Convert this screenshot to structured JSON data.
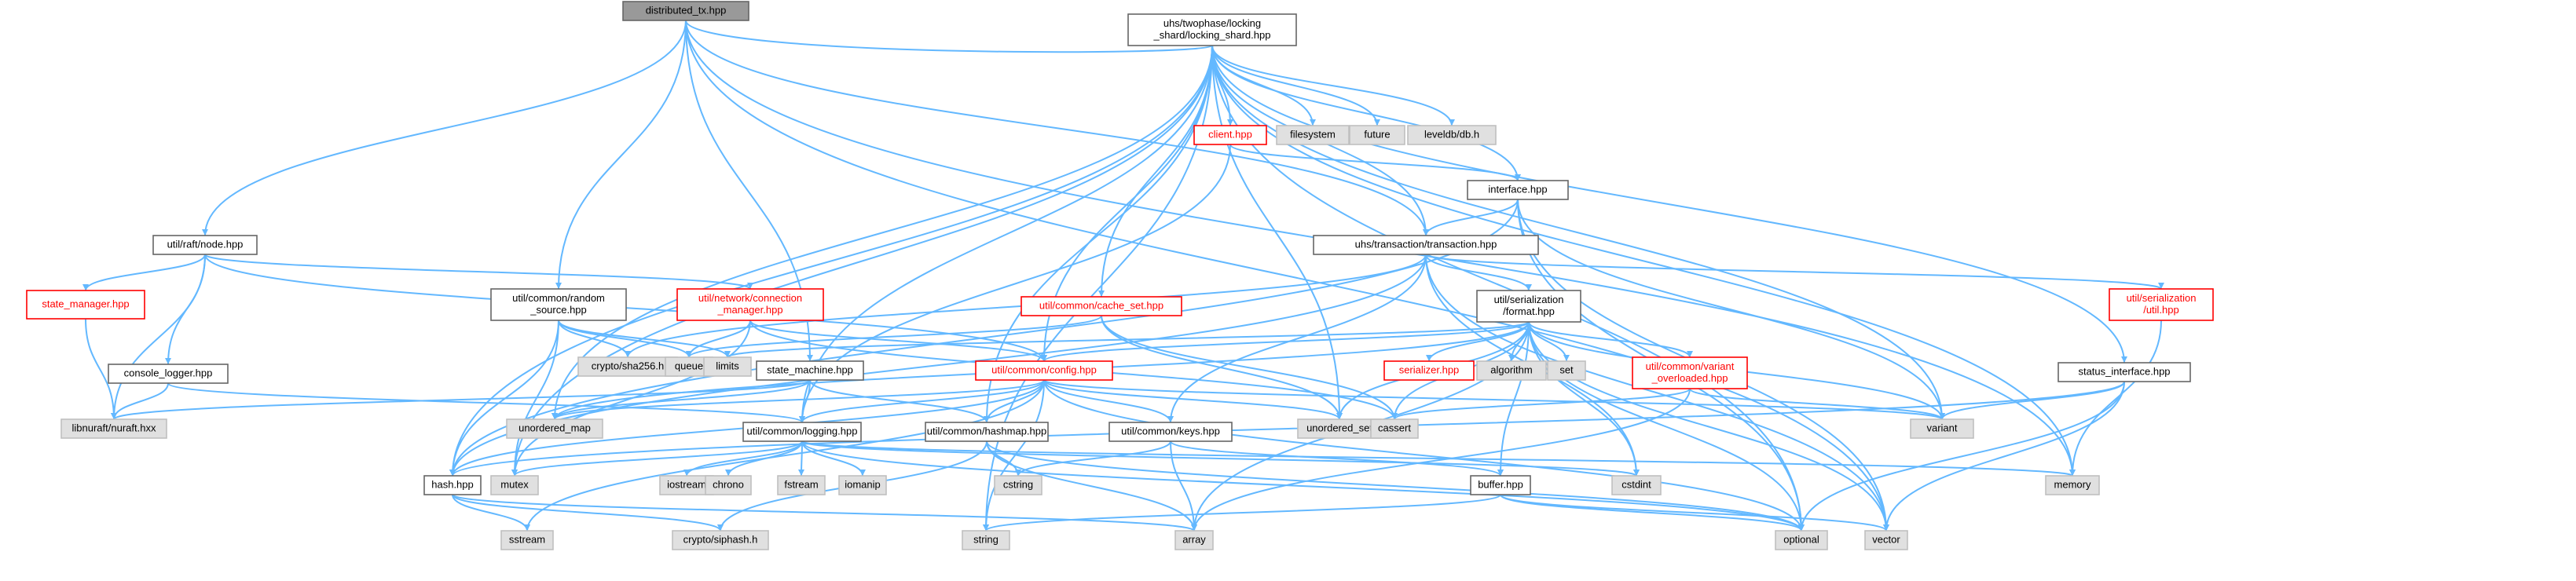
{
  "diagram": {
    "type": "include-dependency-graph",
    "colors": {
      "edge": "#63b8ff",
      "root_fill": "#999999",
      "root_border": "#666666",
      "file_fill": "#ffffff",
      "file_border": "#666666",
      "system_fill": "#e0e0e0",
      "system_border": "#bfbfbf",
      "incomplete_border": "#ff0000",
      "incomplete_text": "#ff0000",
      "text": "#000000"
    },
    "nodes": [
      {
        "id": "root",
        "lines": [
          "distributed_tx.hpp"
        ],
        "kind": "root"
      },
      {
        "id": "locking_shard",
        "lines": [
          "uhs/twophase/locking",
          "_shard/locking_shard.hpp"
        ],
        "kind": "file"
      },
      {
        "id": "raft_node",
        "lines": [
          "util/raft/node.hpp"
        ],
        "kind": "file"
      },
      {
        "id": "client",
        "lines": [
          "client.hpp"
        ],
        "kind": "incomplete"
      },
      {
        "id": "filesystem",
        "lines": [
          "filesystem"
        ],
        "kind": "system"
      },
      {
        "id": "future",
        "lines": [
          "future"
        ],
        "kind": "system"
      },
      {
        "id": "leveldb",
        "lines": [
          "leveldb/db.h"
        ],
        "kind": "system"
      },
      {
        "id": "interface",
        "lines": [
          "interface.hpp"
        ],
        "kind": "file"
      },
      {
        "id": "transaction",
        "lines": [
          "uhs/transaction/transaction.hpp"
        ],
        "kind": "file"
      },
      {
        "id": "state_manager",
        "lines": [
          "state_manager.hpp"
        ],
        "kind": "incomplete"
      },
      {
        "id": "random_source",
        "lines": [
          "util/common/random",
          "_source.hpp"
        ],
        "kind": "file"
      },
      {
        "id": "connection_manager",
        "lines": [
          "util/network/connection",
          "_manager.hpp"
        ],
        "kind": "incomplete"
      },
      {
        "id": "cache_set",
        "lines": [
          "util/common/cache_set.hpp"
        ],
        "kind": "incomplete"
      },
      {
        "id": "serialization_format",
        "lines": [
          "util/serialization",
          "/format.hpp"
        ],
        "kind": "file"
      },
      {
        "id": "serialization_util",
        "lines": [
          "util/serialization",
          "/util.hpp"
        ],
        "kind": "incomplete"
      },
      {
        "id": "console_logger",
        "lines": [
          "console_logger.hpp"
        ],
        "kind": "file"
      },
      {
        "id": "sha256",
        "lines": [
          "crypto/sha256.h"
        ],
        "kind": "system"
      },
      {
        "id": "queue",
        "lines": [
          "queue"
        ],
        "kind": "system"
      },
      {
        "id": "limits",
        "lines": [
          "limits"
        ],
        "kind": "system"
      },
      {
        "id": "state_machine",
        "lines": [
          "state_machine.hpp"
        ],
        "kind": "file"
      },
      {
        "id": "config",
        "lines": [
          "util/common/config.hpp"
        ],
        "kind": "incomplete"
      },
      {
        "id": "serializer",
        "lines": [
          "serializer.hpp"
        ],
        "kind": "incomplete"
      },
      {
        "id": "algorithm",
        "lines": [
          "algorithm"
        ],
        "kind": "system"
      },
      {
        "id": "set",
        "lines": [
          "set"
        ],
        "kind": "system"
      },
      {
        "id": "variant_overloaded",
        "lines": [
          "util/common/variant",
          "_overloaded.hpp"
        ],
        "kind": "incomplete"
      },
      {
        "id": "status_interface",
        "lines": [
          "status_interface.hpp"
        ],
        "kind": "file"
      },
      {
        "id": "nuraft",
        "lines": [
          "libnuraft/nuraft.hxx"
        ],
        "kind": "system"
      },
      {
        "id": "unordered_map",
        "lines": [
          "unordered_map"
        ],
        "kind": "system"
      },
      {
        "id": "logging",
        "lines": [
          "util/common/logging.hpp"
        ],
        "kind": "file"
      },
      {
        "id": "hashmap",
        "lines": [
          "util/common/hashmap.hpp"
        ],
        "kind": "file"
      },
      {
        "id": "keys",
        "lines": [
          "util/common/keys.hpp"
        ],
        "kind": "file"
      },
      {
        "id": "unordered_set",
        "lines": [
          "unordered_set"
        ],
        "kind": "system"
      },
      {
        "id": "cassert",
        "lines": [
          "cassert"
        ],
        "kind": "system"
      },
      {
        "id": "variant",
        "lines": [
          "variant"
        ],
        "kind": "system"
      },
      {
        "id": "hash",
        "lines": [
          "hash.hpp"
        ],
        "kind": "file"
      },
      {
        "id": "mutex",
        "lines": [
          "mutex"
        ],
        "kind": "system"
      },
      {
        "id": "iostream",
        "lines": [
          "iostream"
        ],
        "kind": "system"
      },
      {
        "id": "chrono",
        "lines": [
          "chrono"
        ],
        "kind": "system"
      },
      {
        "id": "fstream",
        "lines": [
          "fstream"
        ],
        "kind": "system"
      },
      {
        "id": "iomanip",
        "lines": [
          "iomanip"
        ],
        "kind": "system"
      },
      {
        "id": "cstring",
        "lines": [
          "cstring"
        ],
        "kind": "system"
      },
      {
        "id": "buffer",
        "lines": [
          "buffer.hpp"
        ],
        "kind": "file"
      },
      {
        "id": "cstdint",
        "lines": [
          "cstdint"
        ],
        "kind": "system"
      },
      {
        "id": "memory",
        "lines": [
          "memory"
        ],
        "kind": "system"
      },
      {
        "id": "sstream",
        "lines": [
          "sstream"
        ],
        "kind": "system"
      },
      {
        "id": "siphash",
        "lines": [
          "crypto/siphash.h"
        ],
        "kind": "system"
      },
      {
        "id": "string",
        "lines": [
          "string"
        ],
        "kind": "system"
      },
      {
        "id": "array",
        "lines": [
          "array"
        ],
        "kind": "system"
      },
      {
        "id": "optional",
        "lines": [
          "optional"
        ],
        "kind": "system"
      },
      {
        "id": "vector",
        "lines": [
          "vector"
        ],
        "kind": "system"
      }
    ],
    "edges": [
      [
        "root",
        "locking_shard"
      ],
      [
        "root",
        "raft_node"
      ],
      [
        "root",
        "random_source"
      ],
      [
        "root",
        "state_machine"
      ],
      [
        "root",
        "transaction"
      ],
      [
        "root",
        "memory"
      ],
      [
        "root",
        "vector"
      ],
      [
        "locking_shard",
        "client"
      ],
      [
        "locking_shard",
        "filesystem"
      ],
      [
        "locking_shard",
        "future"
      ],
      [
        "locking_shard",
        "leveldb"
      ],
      [
        "locking_shard",
        "interface"
      ],
      [
        "locking_shard",
        "transaction"
      ],
      [
        "locking_shard",
        "cache_set"
      ],
      [
        "locking_shard",
        "config"
      ],
      [
        "locking_shard",
        "logging"
      ],
      [
        "locking_shard",
        "hashmap"
      ],
      [
        "locking_shard",
        "status_interface"
      ],
      [
        "locking_shard",
        "hash"
      ],
      [
        "locking_shard",
        "unordered_map"
      ],
      [
        "locking_shard",
        "unordered_set"
      ],
      [
        "locking_shard",
        "variant"
      ],
      [
        "locking_shard",
        "memory"
      ],
      [
        "locking_shard",
        "optional"
      ],
      [
        "locking_shard",
        "string"
      ],
      [
        "locking_shard",
        "mutex"
      ],
      [
        "client",
        "interface"
      ],
      [
        "client",
        "logging"
      ],
      [
        "interface",
        "transaction"
      ],
      [
        "interface",
        "hash"
      ],
      [
        "interface",
        "variant"
      ],
      [
        "interface",
        "optional"
      ],
      [
        "interface",
        "vector"
      ],
      [
        "transaction",
        "serialization_format"
      ],
      [
        "transaction",
        "serialization_util"
      ],
      [
        "transaction",
        "keys"
      ],
      [
        "transaction",
        "hash"
      ],
      [
        "transaction",
        "sha256"
      ],
      [
        "transaction",
        "cstdint"
      ],
      [
        "transaction",
        "vector"
      ],
      [
        "raft_node",
        "state_manager"
      ],
      [
        "raft_node",
        "console_logger"
      ],
      [
        "raft_node",
        "connection_manager"
      ],
      [
        "raft_node",
        "config"
      ],
      [
        "raft_node",
        "nuraft"
      ],
      [
        "state_manager",
        "nuraft"
      ],
      [
        "console_logger",
        "nuraft"
      ],
      [
        "console_logger",
        "logging"
      ],
      [
        "random_source",
        "sha256"
      ],
      [
        "random_source",
        "hash"
      ],
      [
        "random_source",
        "queue"
      ],
      [
        "random_source",
        "limits"
      ],
      [
        "random_source",
        "mutex"
      ],
      [
        "connection_manager",
        "queue"
      ],
      [
        "connection_manager",
        "config"
      ],
      [
        "connection_manager",
        "cassert"
      ],
      [
        "connection_manager",
        "mutex"
      ],
      [
        "cache_set",
        "queue"
      ],
      [
        "cache_set",
        "unordered_set"
      ],
      [
        "cache_set",
        "cassert"
      ],
      [
        "serialization_format",
        "serializer"
      ],
      [
        "serialization_format",
        "algorithm"
      ],
      [
        "serialization_format",
        "set"
      ],
      [
        "serialization_format",
        "variant_overloaded"
      ],
      [
        "serialization_format",
        "config"
      ],
      [
        "serialization_format",
        "buffer"
      ],
      [
        "serialization_format",
        "limits"
      ],
      [
        "serialization_format",
        "unordered_map"
      ],
      [
        "serialization_format",
        "unordered_set"
      ],
      [
        "serialization_format",
        "cassert"
      ],
      [
        "serialization_format",
        "variant"
      ],
      [
        "serialization_format",
        "cstdint"
      ],
      [
        "serialization_format",
        "optional"
      ],
      [
        "serialization_format",
        "array"
      ],
      [
        "serialization_format",
        "vector"
      ],
      [
        "serialization_util",
        "memory"
      ],
      [
        "variant_overloaded",
        "variant"
      ],
      [
        "variant_overloaded",
        "cassert"
      ],
      [
        "variant_overloaded",
        "array"
      ],
      [
        "state_machine",
        "nuraft"
      ],
      [
        "state_machine",
        "logging"
      ],
      [
        "state_machine",
        "hashmap"
      ],
      [
        "state_machine",
        "unordered_map"
      ],
      [
        "config",
        "logging"
      ],
      [
        "config",
        "hashmap"
      ],
      [
        "config",
        "keys"
      ],
      [
        "config",
        "hash"
      ],
      [
        "config",
        "unordered_map"
      ],
      [
        "config",
        "unordered_set"
      ],
      [
        "config",
        "variant"
      ],
      [
        "config",
        "optional"
      ],
      [
        "config",
        "string"
      ],
      [
        "config",
        "sstream"
      ],
      [
        "status_interface",
        "variant"
      ],
      [
        "status_interface",
        "optional"
      ],
      [
        "status_interface",
        "vector"
      ],
      [
        "status_interface",
        "hash"
      ],
      [
        "logging",
        "iostream"
      ],
      [
        "logging",
        "chrono"
      ],
      [
        "logging",
        "fstream"
      ],
      [
        "logging",
        "iomanip"
      ],
      [
        "logging",
        "mutex"
      ],
      [
        "logging",
        "memory"
      ],
      [
        "logging",
        "optional"
      ],
      [
        "logging",
        "cstdint"
      ],
      [
        "hashmap",
        "cstring"
      ],
      [
        "hashmap",
        "siphash"
      ],
      [
        "hashmap",
        "array"
      ],
      [
        "hashmap",
        "optional"
      ],
      [
        "keys",
        "buffer"
      ],
      [
        "keys",
        "cstring"
      ],
      [
        "keys",
        "array"
      ],
      [
        "buffer",
        "string"
      ],
      [
        "buffer",
        "optional"
      ],
      [
        "buffer",
        "vector"
      ],
      [
        "hash",
        "sstream"
      ],
      [
        "hash",
        "siphash"
      ],
      [
        "hash",
        "array"
      ]
    ]
  }
}
